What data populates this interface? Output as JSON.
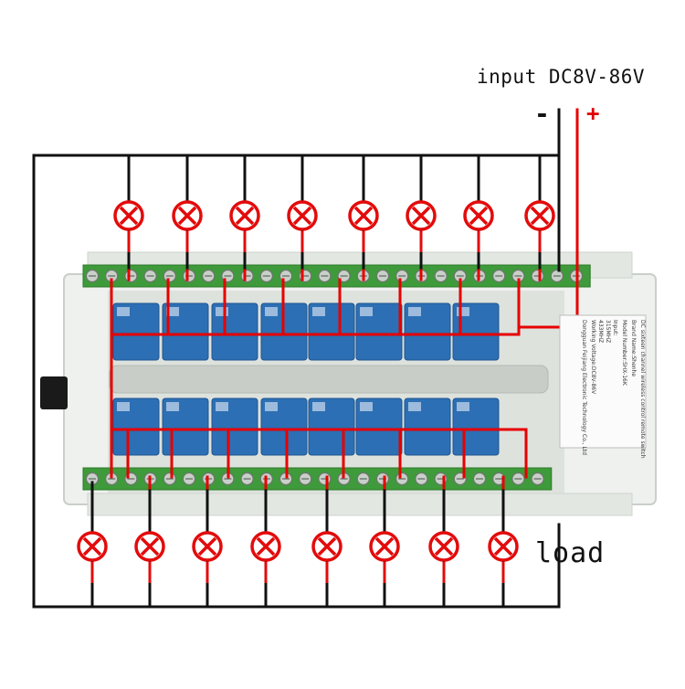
{
  "labels": {
    "input": "input DC8V-86V",
    "minus": "-",
    "plus": "+",
    "load": "load"
  },
  "sticker": {
    "lines": [
      "DC sixteen channel wireless control remote switch",
      "Brand Name:Shenhe",
      "Model Number:SHX-16K",
      "Input:",
      "315MHZ",
      "433MHZ",
      "Working Voltage:DC8V-86V",
      "Dongguan Feijiang Electronic Technology Co., Ltd"
    ]
  },
  "colors": {
    "board": "#e6ebe6",
    "terminal": "#3e9a3a",
    "relay": "#2c6fb4",
    "wire_red": "#e60000",
    "wire_black": "#111111",
    "lamp_red": "#e30b0b"
  },
  "counts": {
    "top_lamps": 8,
    "bottom_lamps": 8,
    "relays": 16
  }
}
